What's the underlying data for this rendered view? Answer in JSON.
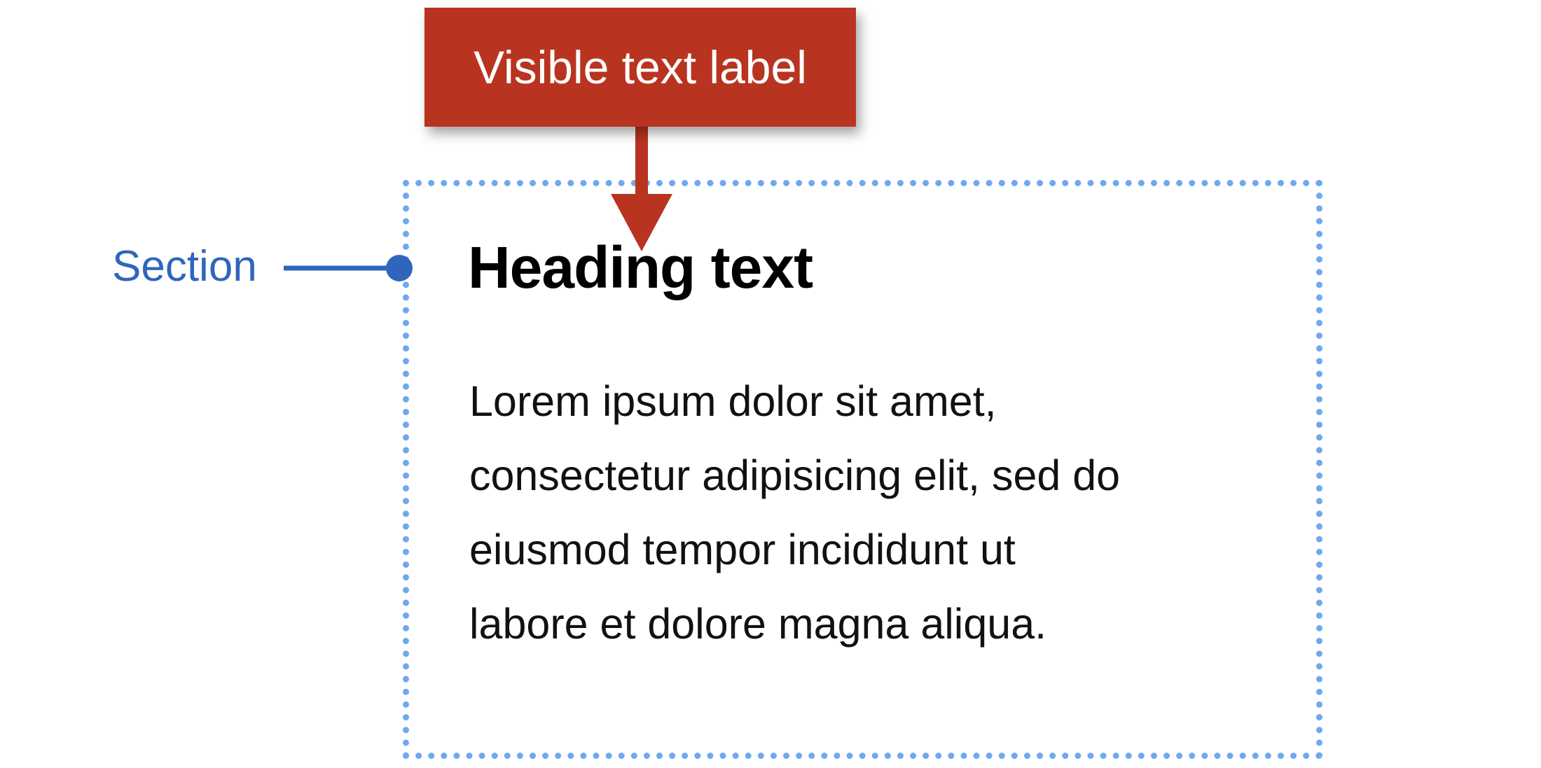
{
  "colors": {
    "callout_fill": "#b83420",
    "section_border": "#6fa8ee",
    "section_label": "#2f66bd"
  },
  "callout": {
    "label": "Visible text label"
  },
  "section": {
    "label": "Section",
    "heading": "Heading text",
    "body_lines": [
      "Lorem ipsum dolor sit amet,",
      "consectetur adipisicing elit, sed do",
      "eiusmod tempor incididunt ut",
      "labore et dolore magna aliqua."
    ]
  }
}
